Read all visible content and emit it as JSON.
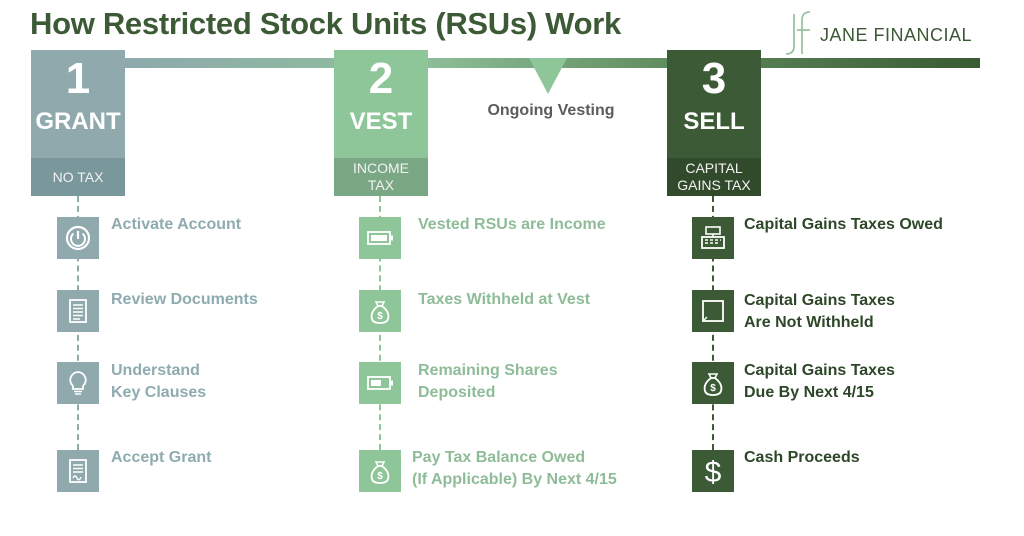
{
  "title": "How Restricted Stock Units (RSUs) Work",
  "logo": {
    "text": "JANE FINANCIAL",
    "icon": "jf-monogram-logo"
  },
  "timeline": {
    "ongoing_label": "Ongoing Vesting"
  },
  "colors": {
    "grant": "#8fa9ad",
    "grant_dark": "#7a979b",
    "vest": "#8ec69a",
    "vest_dark": "#7aa885",
    "sell": "#3c5a35",
    "sell_dark": "#304a2b",
    "title": "#3c5a35"
  },
  "steps": [
    {
      "number": "1",
      "word": "GRANT",
      "tax": "NO TAX",
      "items": [
        {
          "icon": "power-button-icon",
          "label": "Activate Account"
        },
        {
          "icon": "document-icon",
          "label": "Review Documents"
        },
        {
          "icon": "lightbulb-icon",
          "label": "Understand\nKey Clauses"
        },
        {
          "icon": "signed-document-icon",
          "label": "Accept Grant"
        }
      ]
    },
    {
      "number": "2",
      "word": "VEST",
      "tax": "INCOME\nTAX",
      "items": [
        {
          "icon": "battery-full-icon",
          "label": "Vested RSUs are Income"
        },
        {
          "icon": "money-bag-icon",
          "label": "Taxes Withheld at Vest"
        },
        {
          "icon": "battery-partial-icon",
          "label": "Remaining Shares\nDeposited"
        },
        {
          "icon": "money-bag-icon",
          "label": "Pay Tax Balance Owed\n(If Applicable) By Next 4/15"
        }
      ]
    },
    {
      "number": "3",
      "word": "SELL",
      "tax": "CAPITAL\nGAINS TAX",
      "items": [
        {
          "icon": "cash-register-icon",
          "label": "Capital Gains Taxes Owed"
        },
        {
          "icon": "empty-box-icon",
          "label": "Capital Gains Taxes\nAre Not Withheld"
        },
        {
          "icon": "money-bag-icon",
          "label": "Capital Gains Taxes\nDue By Next 4/15"
        },
        {
          "icon": "dollar-sign-icon",
          "label": "Cash Proceeds"
        }
      ]
    }
  ]
}
